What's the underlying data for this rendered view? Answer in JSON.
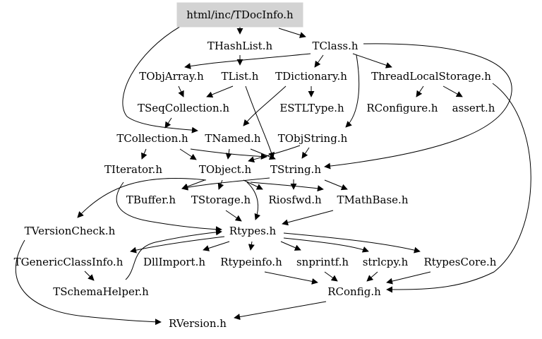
{
  "root": {
    "label": "html/inc/TDocInfo.h",
    "highlight": "#d3d3d3"
  },
  "nodes": [
    {
      "id": "thashlist",
      "label": "THashList.h"
    },
    {
      "id": "tclass",
      "label": "TClass.h"
    },
    {
      "id": "tobjarray",
      "label": "TObjArray.h"
    },
    {
      "id": "tlist",
      "label": "TList.h"
    },
    {
      "id": "tdictionary",
      "label": "TDictionary.h"
    },
    {
      "id": "threadlocal",
      "label": "ThreadLocalStorage.h"
    },
    {
      "id": "tseqcollection",
      "label": "TSeqCollection.h"
    },
    {
      "id": "estltype",
      "label": "ESTLType.h"
    },
    {
      "id": "rconfigure",
      "label": "RConfigure.h"
    },
    {
      "id": "assert",
      "label": "assert.h"
    },
    {
      "id": "tcollection",
      "label": "TCollection.h"
    },
    {
      "id": "tnamed",
      "label": "TNamed.h"
    },
    {
      "id": "tobjstring",
      "label": "TObjString.h"
    },
    {
      "id": "titerator",
      "label": "TIterator.h"
    },
    {
      "id": "tobject",
      "label": "TObject.h"
    },
    {
      "id": "tstring",
      "label": "TString.h"
    },
    {
      "id": "tbuffer",
      "label": "TBuffer.h"
    },
    {
      "id": "tstorage",
      "label": "TStorage.h"
    },
    {
      "id": "riosfwd",
      "label": "Riosfwd.h"
    },
    {
      "id": "tmathbase",
      "label": "TMathBase.h"
    },
    {
      "id": "tversioncheck",
      "label": "TVersionCheck.h"
    },
    {
      "id": "rtypes",
      "label": "Rtypes.h"
    },
    {
      "id": "tgenericclassinfo",
      "label": "TGenericClassInfo.h"
    },
    {
      "id": "dllimport",
      "label": "DllImport.h"
    },
    {
      "id": "rtypeinfo",
      "label": "Rtypeinfo.h"
    },
    {
      "id": "snprintf",
      "label": "snprintf.h"
    },
    {
      "id": "strlcpy",
      "label": "strlcpy.h"
    },
    {
      "id": "rtypescore",
      "label": "RtypesCore.h"
    },
    {
      "id": "tschemahelper",
      "label": "TSchemaHelper.h"
    },
    {
      "id": "rconfig",
      "label": "RConfig.h"
    },
    {
      "id": "rversion",
      "label": "RVersion.h"
    }
  ]
}
